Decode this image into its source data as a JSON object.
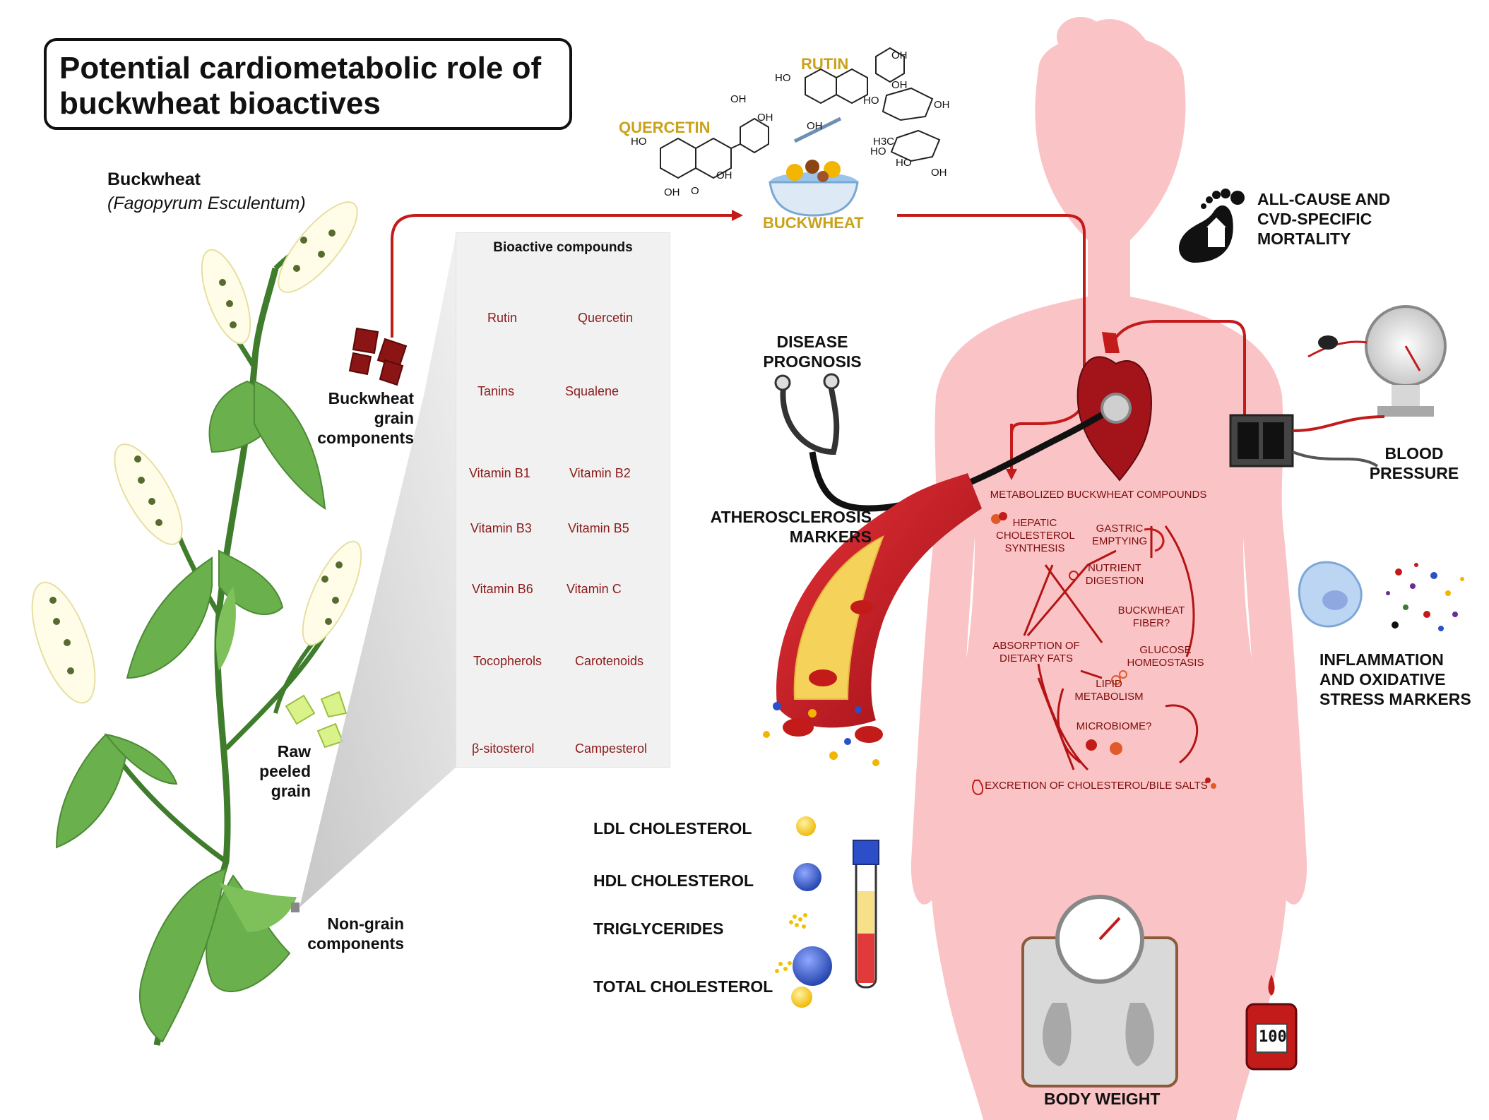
{
  "title": {
    "line1": "Potential cardiometabolic role of",
    "line2": "buckwheat bioactives"
  },
  "plant": {
    "name": "Buckwheat",
    "latin": "(Fagopyrum Esculentum)",
    "grain_components": [
      "Buckwheat",
      "grain",
      "components"
    ],
    "raw_grain": [
      "Raw",
      "peeled",
      "grain"
    ],
    "non_grain": [
      "Non-grain",
      "components"
    ]
  },
  "bioactive_panel": {
    "title": "Bioactive compounds",
    "compounds": [
      "Rutin",
      "Quercetin",
      "Tanins",
      "Squalene",
      "Vitamin B1",
      "Vitamin B2",
      "Vitamin B3",
      "Vitamin B5",
      "Vitamin B6",
      "Vitamin C",
      "Tocopherols",
      "Carotenoids",
      "β-sitosterol",
      "Campesterol"
    ]
  },
  "molecules": {
    "rutin": "RUTIN",
    "quercetin": "QUERCETIN",
    "bowl": "BUCKWHEAT",
    "atoms": {
      "oh": "OH",
      "ho": "HO",
      "o": "O",
      "h3c": "H3C"
    }
  },
  "outcomes": {
    "mortality": [
      "ALL-CAUSE AND",
      "CVD-SPECIFIC",
      "MORTALITY"
    ],
    "prognosis": [
      "DISEASE",
      "PROGNOSIS"
    ],
    "athero": [
      "ATHEROSCLEROSIS",
      "MARKERS"
    ],
    "bp": [
      "BLOOD",
      "PRESSURE"
    ],
    "inflammation": [
      "INFLAMMATION",
      "AND OXIDATIVE",
      "STRESS MARKERS"
    ],
    "body_weight": "BODY WEIGHT",
    "glucometer_reading": "100"
  },
  "mechanisms": {
    "header": "METABOLIZED BUCKWHEAT COMPOUNDS",
    "hepatic": [
      "HEPATIC",
      "CHOLESTEROL",
      "SYNTHESIS"
    ],
    "gastric": [
      "GASTRIC",
      "EMPTYING"
    ],
    "nutrient": [
      "NUTRIENT",
      "DIGESTION"
    ],
    "fiber": [
      "BUCKWHEAT",
      "FIBER?"
    ],
    "absorption": [
      "ABSORPTION OF",
      "DIETARY FATS"
    ],
    "glucose": [
      "GLUCOSE",
      "HOMEOSTASIS"
    ],
    "lipid": [
      "LIPID",
      "METABOLISM"
    ],
    "microbiome": "MICROBIOME?",
    "excretion": "EXCRETION OF CHOLESTEROL/BILE SALTS"
  },
  "lipids": [
    "LDL CHOLESTEROL",
    "HDL CHOLESTEROL",
    "TRIGLYCERIDES",
    "TOTAL CHOLESTEROL"
  ],
  "colors": {
    "body": "#fac4c6",
    "red": "#c31a1a",
    "dark_red": "#7d0c0c",
    "leaf": "#6ab04c",
    "gold": "#c9a21a",
    "compound_text": "#8b1a1a"
  }
}
